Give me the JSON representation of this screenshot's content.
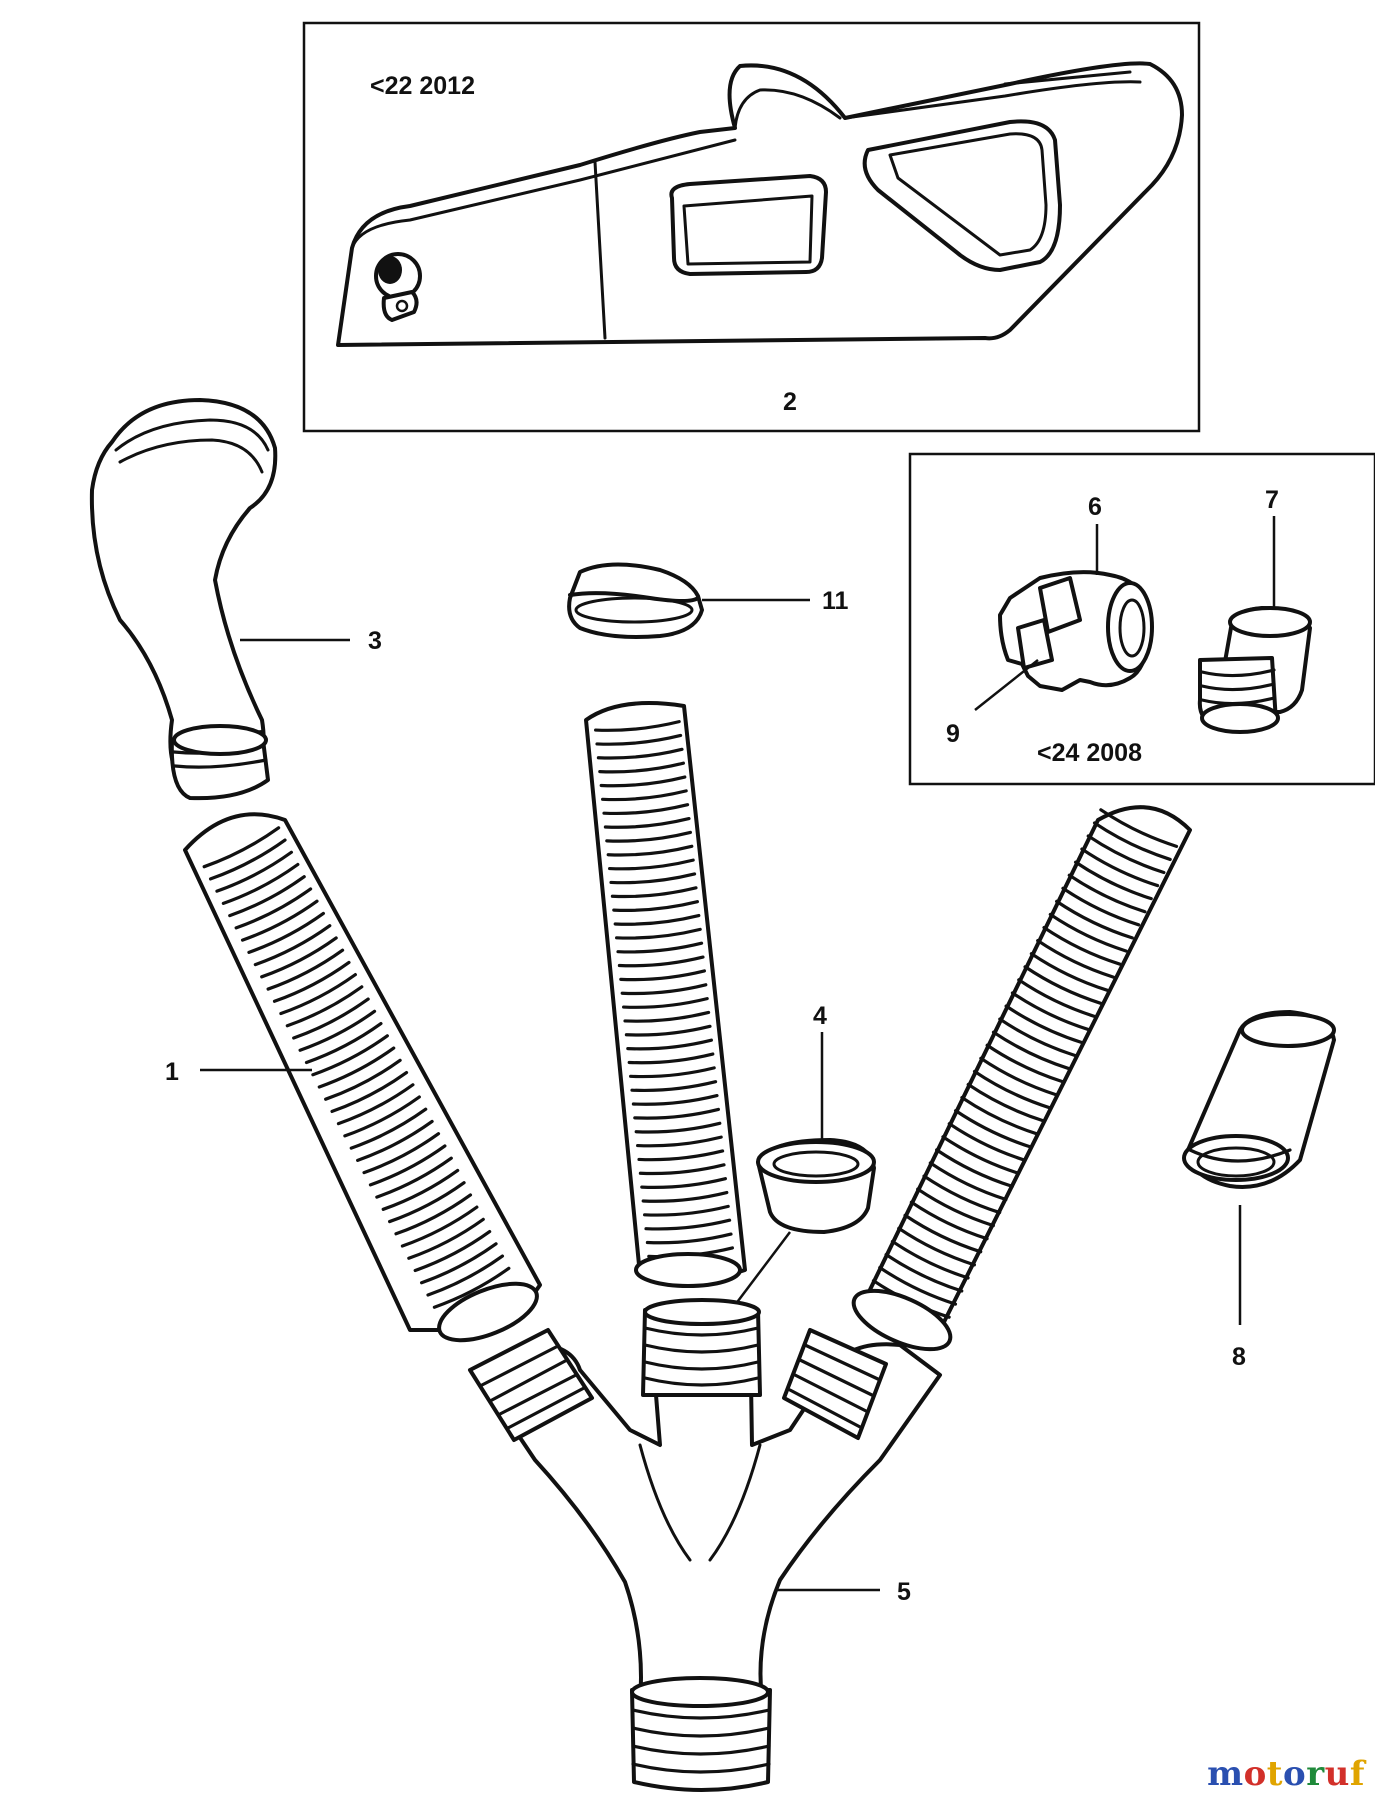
{
  "diagram": {
    "callouts": {
      "c1": "1",
      "c2": "2",
      "c3": "3",
      "c4": "4",
      "c5": "5",
      "c6": "6",
      "c7": "7",
      "c8": "8",
      "c9": "9",
      "c11": "11"
    },
    "notes": {
      "top_box": "<22 2012",
      "right_box": "<24 2008"
    }
  },
  "watermark": {
    "text": "motoruf",
    "colors": [
      "#2a4fb0",
      "#d2302a",
      "#e0a400",
      "#2a4fb0",
      "#1f8a3a",
      "#d2302a",
      "#e0a400"
    ]
  }
}
